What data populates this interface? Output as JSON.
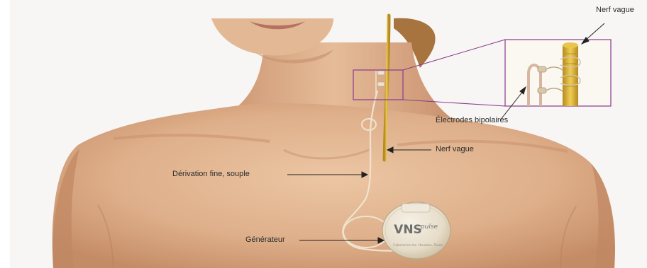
{
  "labels": {
    "nerf_vague_top": "Nerf vague",
    "electrodes": "Électrodes bipolaires",
    "nerf_vague": "Nerf vague",
    "derivation": "Dérivation fine, souple",
    "generateur": "Générateur"
  },
  "device": {
    "brand_main": "VNS",
    "brand_sub": "pulse",
    "engraving": "Cyberonics Inc. Houston, Texas"
  },
  "colors": {
    "skin": "#e2b48f",
    "skin_shadow": "#c98f68",
    "background": "#f7f6f4",
    "nerve": "#d8b23a",
    "frame": "#8a3a8c",
    "arrow": "#222222"
  }
}
